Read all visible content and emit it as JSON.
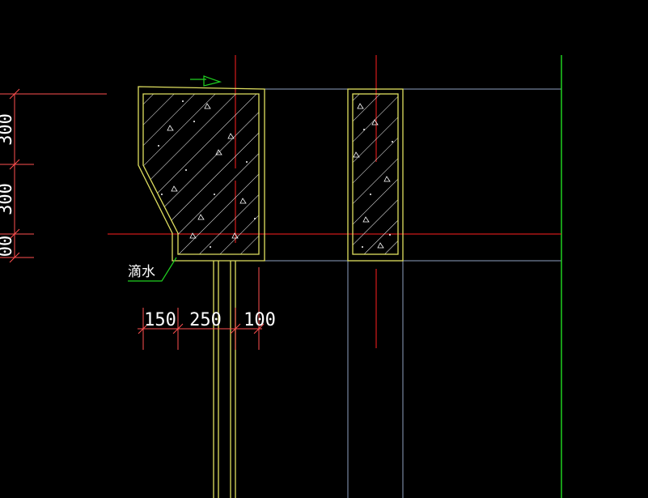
{
  "colors": {
    "background": "#000000",
    "axis": "#ff2020",
    "outline": "#e0e060",
    "hatch": "#ffffff",
    "dimension": "#ff5050",
    "edge": "#8ea0c0",
    "green": "#20d020"
  },
  "dimensions": {
    "vertical": [
      "300",
      "300",
      "00"
    ],
    "horizontal": [
      "150",
      "250",
      "100"
    ]
  },
  "annotation": {
    "drip_label": "滴水"
  }
}
